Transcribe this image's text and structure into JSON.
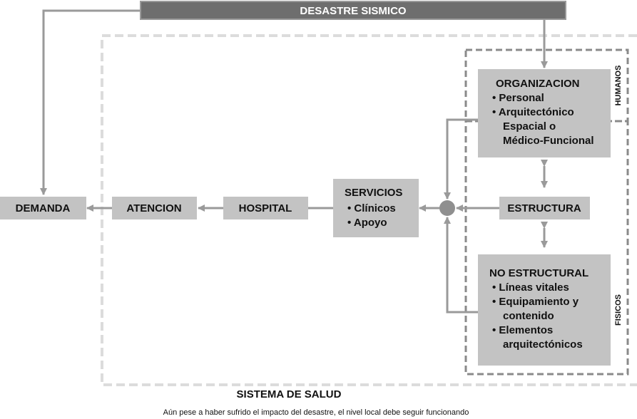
{
  "header": {
    "title": "DESASTRE SISMICO"
  },
  "nodes": {
    "demanda": "DEMANDA",
    "atencion": "ATENCION",
    "hospital": "HOSPITAL",
    "servicios": {
      "title": "SERVICIOS",
      "items": [
        "Clínicos",
        "Apoyo"
      ]
    },
    "estructura": "ESTRUCTURA",
    "organizacion": {
      "title": "ORGANIZACION",
      "items": [
        "Personal",
        "Arquitectónico"
      ],
      "continuation": [
        "Espacial o",
        "Médico-Funcional"
      ]
    },
    "no_estructural": {
      "title": "NO ESTRUCTURAL",
      "items": [
        "Líneas vitales",
        "Equipamiento y",
        "Elementos"
      ],
      "continuation": [
        "contenido",
        "arquitectónicos"
      ]
    }
  },
  "labels": {
    "humanos": "HUMANOS",
    "fisicos": "FISICOS",
    "sistema": "SISTEMA DE SALUD"
  },
  "caption": "Aún pese a haber sufrido el impacto del desastre, el nivel local debe seguir funcionando",
  "colors": {
    "header_bg": "#6e6e6e",
    "box_bg": "#c3c3c3",
    "line": "#9a9a9a",
    "dash_outer": "#dcdcdc",
    "dash_inner": "#8a8a8a",
    "node": "#8f8f8f",
    "text": "#111111"
  }
}
